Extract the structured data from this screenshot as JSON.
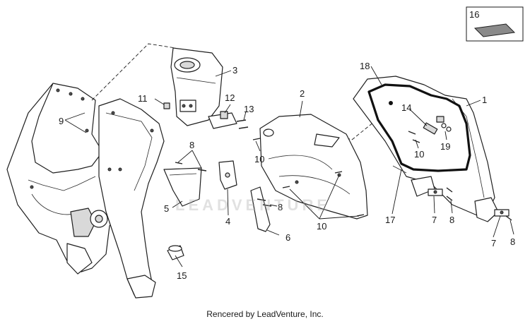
{
  "footer": {
    "credit": "Rencered by LeadVenture, Inc."
  },
  "watermark": {
    "text": "LEADVENTURE"
  },
  "callouts": {
    "c1": "1",
    "c2": "2",
    "c3": "3",
    "c4": "4",
    "c5": "5",
    "c6": "6",
    "c7a": "7",
    "c7b": "7",
    "c8a": "8",
    "c8b": "8",
    "c8c": "8",
    "c8d": "8",
    "c9": "9",
    "c10a": "10",
    "c10b": "10",
    "c10c": "10",
    "c11": "11",
    "c12": "12",
    "c13": "13",
    "c14": "14",
    "c15": "15",
    "c16": "16",
    "c17": "17",
    "c18": "18",
    "c19": "19"
  },
  "colors": {
    "line": "#1f1f1f",
    "fill": "#ffffff",
    "swatch": "#8a8a8a"
  }
}
